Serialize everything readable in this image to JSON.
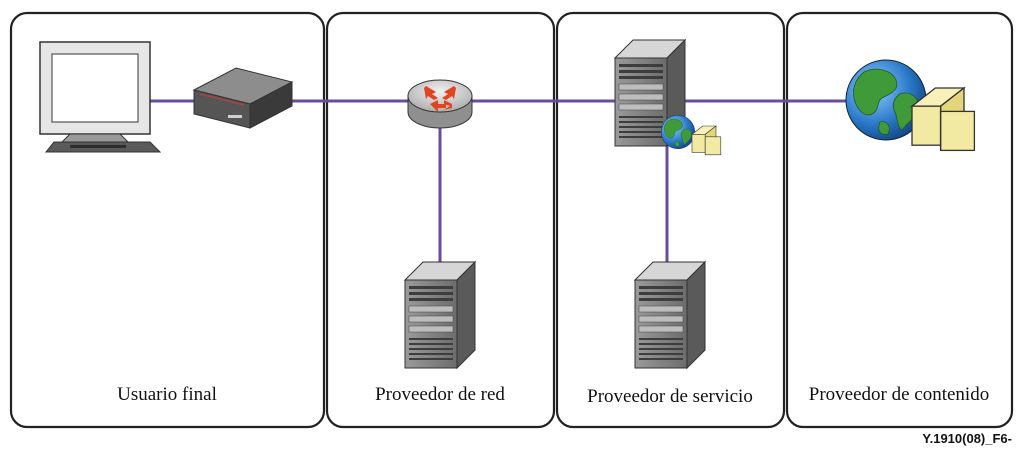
{
  "panels": [
    {
      "id": "usuario",
      "label": "Usuario final"
    },
    {
      "id": "red",
      "label": "Proveedor de red"
    },
    {
      "id": "servicio",
      "label": "Proveedor de servicio"
    },
    {
      "id": "contenido",
      "label": "Proveedor de contenido"
    }
  ],
  "figure_ref": "Y.1910(08)_F6-",
  "colors": {
    "link": "#6a4c9c",
    "panel_border": "#222222",
    "device_dark": "#4d4d4d",
    "device_light": "#c9c9c9",
    "router_arrow": "#e0451f",
    "globe_blue": "#2a78c8",
    "globe_green": "#3f9a3a",
    "folder_yellow": "#f2e9a2"
  },
  "icons": [
    "monitor-icon",
    "modem-icon",
    "router-icon",
    "server-icon",
    "globe-icon",
    "folder-icon"
  ]
}
